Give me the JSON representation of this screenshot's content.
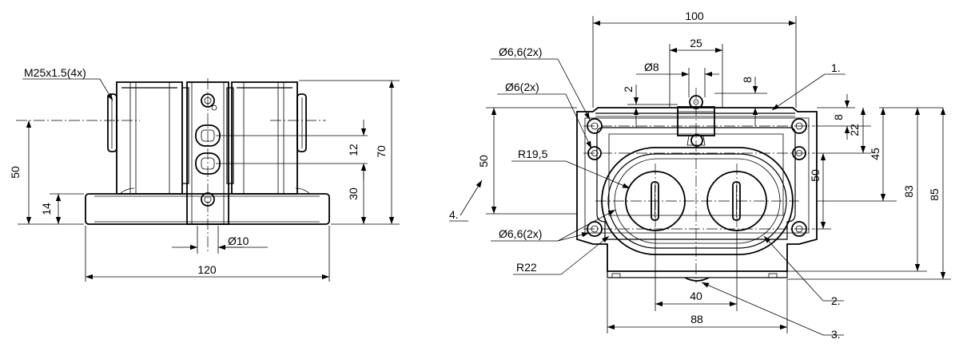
{
  "front_view": {
    "thread_label": "M25x1.5(4x)",
    "dim_height_50": "50",
    "dim_height_14": "14",
    "dim_width_120": "120",
    "dim_diameter_10": "Ø10",
    "dim_12": "12",
    "dim_30": "30",
    "dim_70": "70"
  },
  "top_view": {
    "dim_100": "100",
    "dim_25": "25",
    "dim_diameter_8": "Ø8",
    "dim_2": "2",
    "dim_8_top": "8",
    "hole_label_top": "Ø6,6(2x)",
    "hole_label_mid": "Ø6(2x)",
    "hole_label_bottom": "Ø6,6(2x)",
    "radius_19_5": "R19,5",
    "radius_22": "R22",
    "dim_50_left": "50",
    "dim_8_right": "8",
    "dim_22": "22",
    "dim_45": "45",
    "dim_50_right": "50",
    "dim_83": "83",
    "dim_85": "85",
    "dim_40": "40",
    "dim_88": "88",
    "callout_1": "1.",
    "callout_2": "2.",
    "callout_3": "3.",
    "callout_4": "4."
  }
}
